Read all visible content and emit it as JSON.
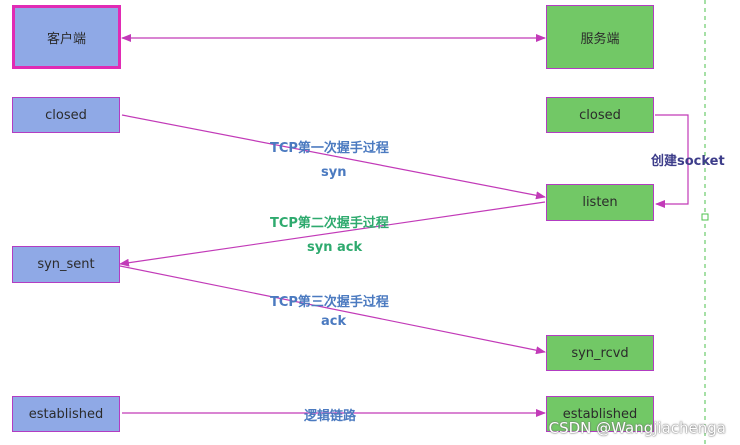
{
  "client": {
    "header": "客户端",
    "states": [
      "closed",
      "syn_sent",
      "established"
    ]
  },
  "server": {
    "header": "服务端",
    "states": [
      "closed",
      "listen",
      "syn_rcvd",
      "established"
    ]
  },
  "labels": {
    "create_socket": "创建socket",
    "handshake1": "TCP第一次握手过程",
    "syn": "syn",
    "handshake2": "TCP第二次握手过程",
    "syn_ack": "syn ack",
    "handshake3": "TCP第三次握手过程",
    "ack": "ack",
    "logical_link": "逻辑链路"
  },
  "watermark": "CSDN @Wangjiachenga",
  "colors": {
    "client_fill": "#8fa9e6",
    "server_fill": "#72c866",
    "arrow": "#c23ab8",
    "guide": "#4cc04c"
  }
}
